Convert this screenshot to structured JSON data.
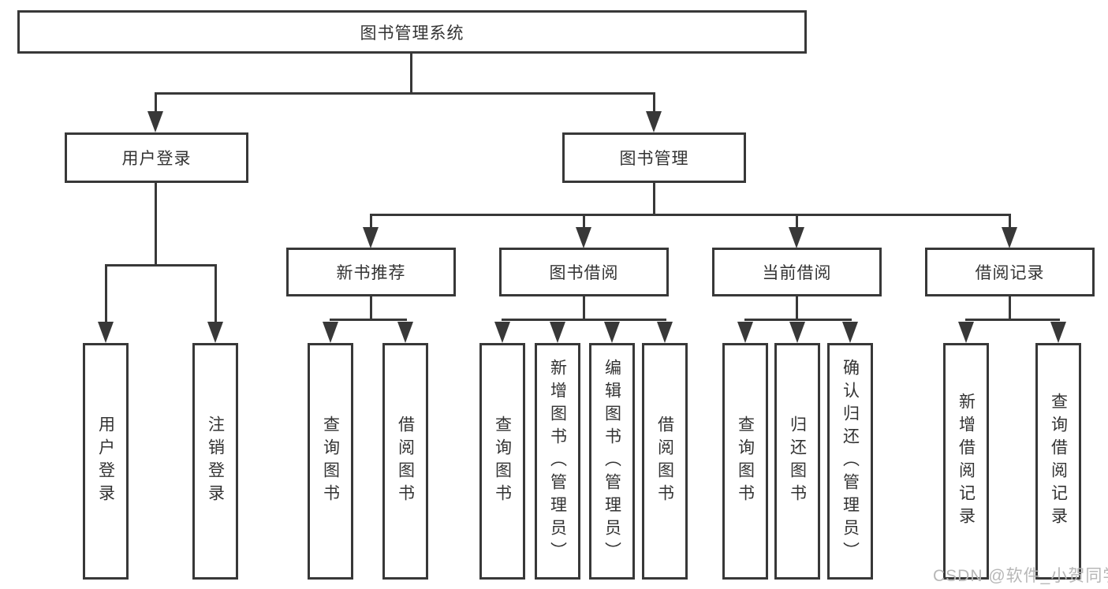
{
  "nodes": {
    "root": "图书管理系统",
    "user_login": "用户登录",
    "book_mgmt": "图书管理",
    "new_book": "新书推荐",
    "book_borrow": "图书借阅",
    "current_borrow": "当前借阅",
    "borrow_records": "借阅记录"
  },
  "leaves": {
    "user_login": [
      "用户登录",
      "注销登录"
    ],
    "new_book": [
      "查询图书",
      "借阅图书"
    ],
    "book_borrow": [
      "查询图书",
      "新增图书（管理员）",
      "编辑图书（管理员）",
      "借阅图书"
    ],
    "current_borrow": [
      "查询图书",
      "归还图书",
      "确认归还（管理员）"
    ],
    "borrow_records": [
      "新增借阅记录",
      "查询借阅记录"
    ]
  },
  "watermark": "CSDN @软件_小贺同学",
  "colors": {
    "line": "#383838",
    "text": "#333333",
    "watermark": "#b7b7b7",
    "background": "#ffffff"
  }
}
